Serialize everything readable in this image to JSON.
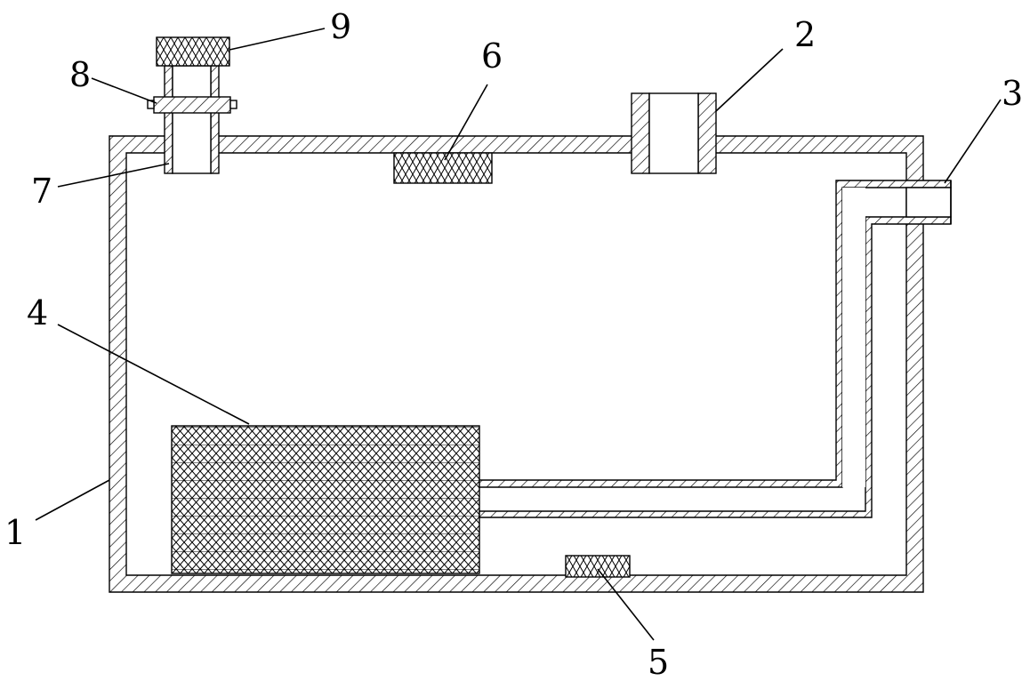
{
  "figure": {
    "callouts": [
      {
        "id": "1",
        "label": "1"
      },
      {
        "id": "2",
        "label": "2"
      },
      {
        "id": "3",
        "label": "3"
      },
      {
        "id": "4",
        "label": "4"
      },
      {
        "id": "5",
        "label": "5"
      },
      {
        "id": "6",
        "label": "6"
      },
      {
        "id": "7",
        "label": "7"
      },
      {
        "id": "8",
        "label": "8"
      },
      {
        "id": "9",
        "label": "9"
      }
    ],
    "colors": {
      "line": "#000000",
      "background": "#ffffff"
    }
  }
}
